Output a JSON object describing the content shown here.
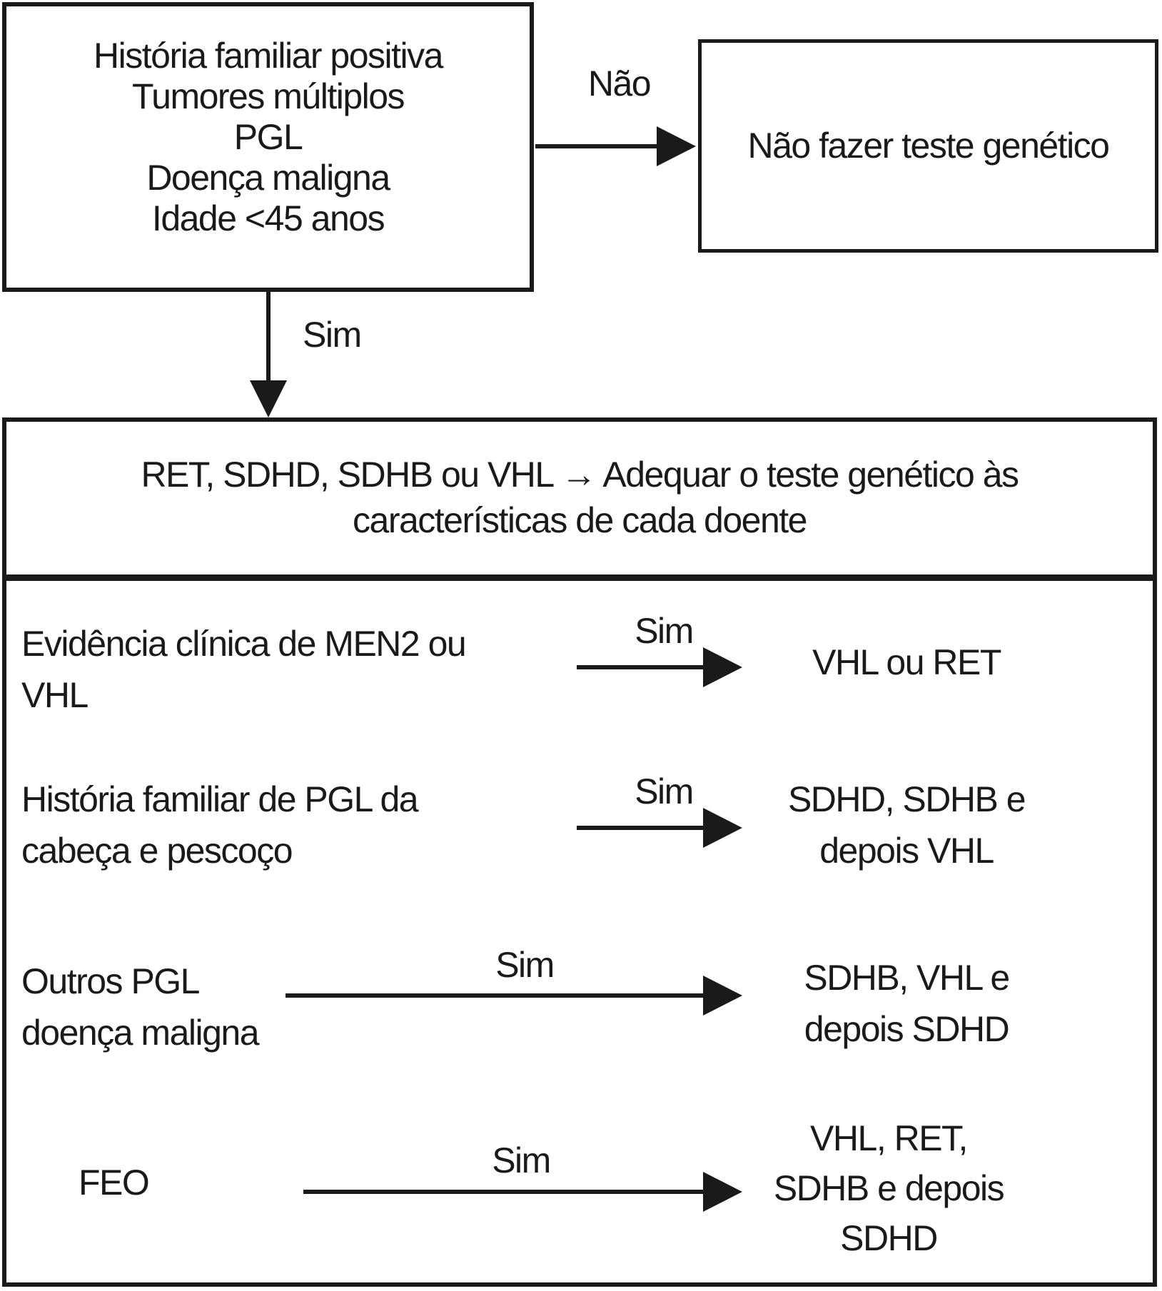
{
  "flowchart": {
    "colors": {
      "line": "#1a1a1a",
      "background": "#ffffff"
    },
    "criteria_box": {
      "text": "História familiar positiva\nTumores múltiplos\nPGL\nDoença maligna\nIdade <45 anos"
    },
    "no_branch": {
      "label": "Não",
      "result": "Não fazer teste genético"
    },
    "yes_branch": {
      "label": "Sim"
    },
    "gene_box": {
      "header": "RET, SDHD, SDHB ou VHL → Adequar o teste genético às\ncaracterísticas de cada doente",
      "rows": [
        {
          "condition": "Evidência clínica de MEN2 ou\nVHL",
          "arrow_label": "Sim",
          "result": "VHL ou RET"
        },
        {
          "condition": "História familiar de PGL da\ncabeça e pescoço",
          "arrow_label": "Sim",
          "result": "SDHD, SDHB e\ndepois VHL"
        },
        {
          "condition": "Outros PGL\ndoença maligna",
          "arrow_label": "Sim",
          "result": "SDHB, VHL e\ndepois SDHD"
        },
        {
          "condition": "FEO",
          "arrow_label": "Sim",
          "result": "VHL, RET,\nSDHB e depois\nSDHD"
        }
      ]
    }
  }
}
